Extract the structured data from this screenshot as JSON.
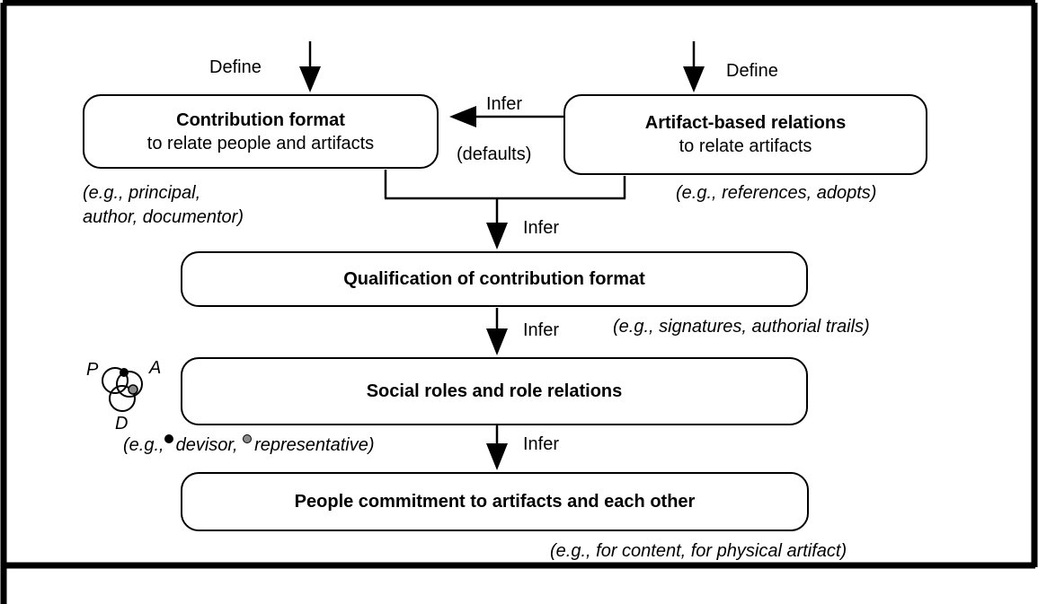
{
  "boxes": {
    "contribution": {
      "title": "Contribution format",
      "subtitle": "to relate people and artifacts"
    },
    "artifact": {
      "title": "Artifact-based relations",
      "subtitle": "to relate artifacts"
    },
    "qualification": {
      "title": "Qualification of contribution format"
    },
    "social": {
      "title": "Social roles and role relations"
    },
    "commitment": {
      "title": "People commitment to artifacts and each other"
    }
  },
  "labels": {
    "define_left": "Define",
    "define_right": "Define",
    "infer_defaults": "Infer",
    "defaults": "(defaults)",
    "infer_1": "Infer",
    "infer_2": "Infer",
    "infer_3": "Infer"
  },
  "examples": {
    "contribution_line1": "(e.g., principal,",
    "contribution_line2": "author, documentor)",
    "artifact": "(e.g., references, adopts)",
    "qualification": "(e.g., signatures, authorial trails)",
    "social_prefix": "(e.g.,",
    "social_devisor": "devisor,",
    "social_representative": "representative)",
    "commitment": "(e.g., for content, for physical artifact)"
  },
  "venn": {
    "p": "P",
    "a": "A",
    "d": "D"
  },
  "colors": {
    "stroke": "#000000",
    "gray_dot": "#8a8a8a",
    "background": "#ffffff"
  }
}
